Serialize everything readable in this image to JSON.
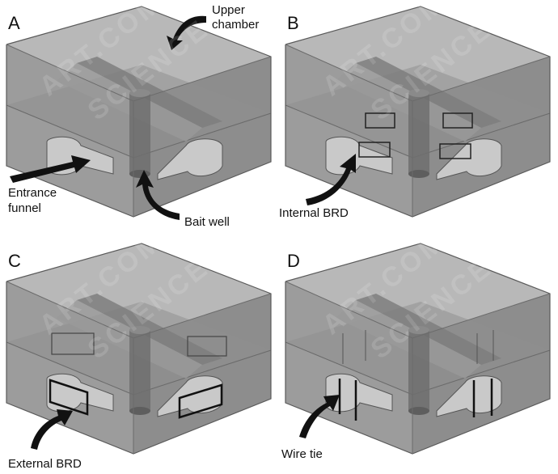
{
  "panels": [
    {
      "id": "A",
      "label": "A"
    },
    {
      "id": "B",
      "label": "B"
    },
    {
      "id": "C",
      "label": "C"
    },
    {
      "id": "D",
      "label": "D"
    }
  ],
  "annotations": {
    "upper_chamber_line1": "Upper",
    "upper_chamber_line2": "chamber",
    "entrance_funnel_line1": "Entrance",
    "entrance_funnel_line2": "funnel",
    "bait_well": "Bait well",
    "internal_brd": "Internal BRD",
    "external_brd": "External BRD",
    "wire_tie": "Wire tie"
  },
  "watermark": {
    "brand": "SCIENCE",
    "site": "ART.COM"
  },
  "colors": {
    "box_fill": "#9b9b9b",
    "box_top": "#b4b4b4",
    "box_right": "#858585",
    "edge": "#5a5a5a",
    "arrow": "#111111"
  }
}
